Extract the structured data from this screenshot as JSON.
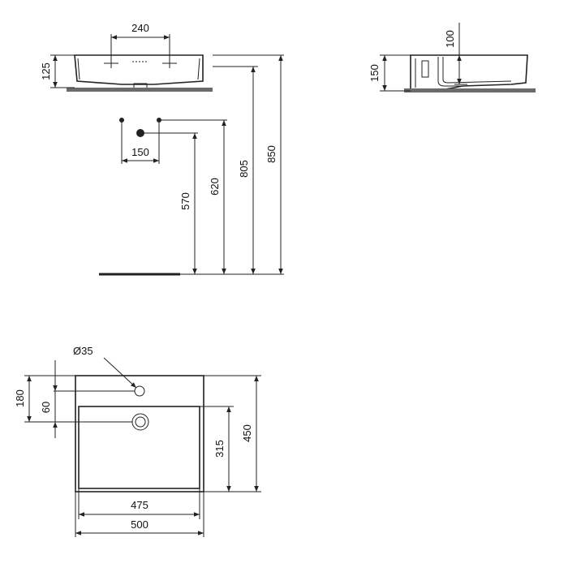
{
  "drawing": {
    "front_view": {
      "dims": {
        "tap_spacing": "240",
        "basin_height": "125",
        "supply_spacing": "150",
        "waste_height": "570",
        "supply_height": "620",
        "counter_height": "805",
        "overall_height": "850"
      }
    },
    "side_view": {
      "dims": {
        "depth": "100",
        "height": "150"
      }
    },
    "top_view": {
      "dims": {
        "tap_hole_diameter": "Ø35",
        "tap_hole_offset": "180",
        "waste_offset": "60",
        "inner_depth": "315",
        "overall_depth": "450",
        "inner_width": "475",
        "overall_width": "500"
      }
    }
  }
}
